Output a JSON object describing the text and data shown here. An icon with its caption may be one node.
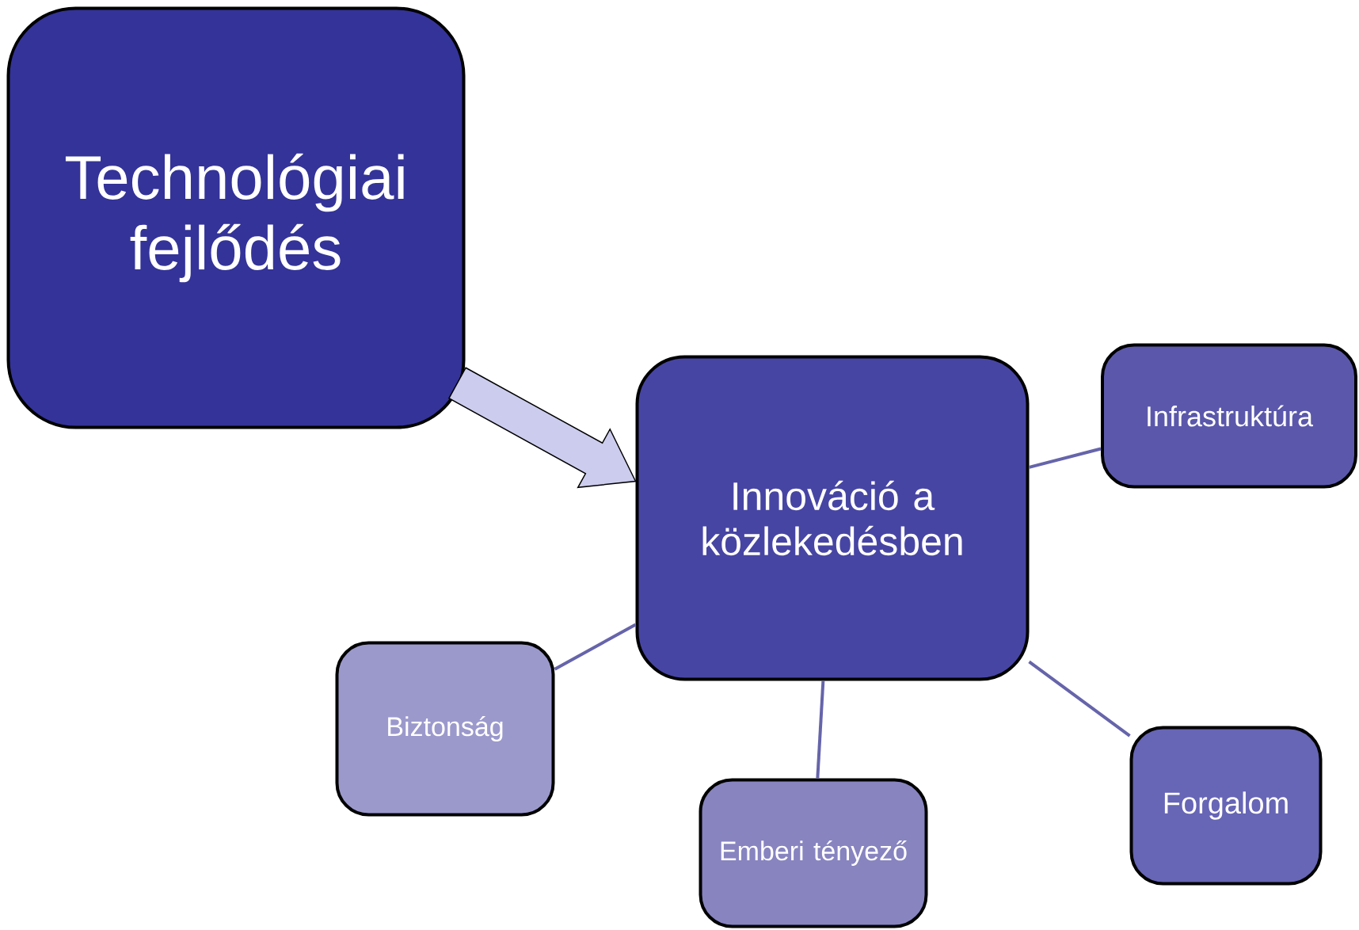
{
  "diagram": {
    "nodes": [
      {
        "text": [
          "Technológiai fejlődés"
        ]
      },
      {
        "text": [
          "Innováció a közlekedésben"
        ]
      },
      {
        "text": [
          "Infrastruktúra"
        ]
      },
      {
        "text": [
          "Biztonság"
        ]
      },
      {
        "text": [
          "Emberi tényező"
        ]
      },
      {
        "text": [
          "Forgalom"
        ]
      }
    ],
    "edges": [
      {
        "from": 0,
        "to": 1,
        "arrow": "to",
        "style": "thick",
        "color": "#ccccee"
      },
      {
        "from": 1,
        "to": 2,
        "arrow": "none"
      },
      {
        "from": 1,
        "to": 3,
        "arrow": "none"
      },
      {
        "from": 1,
        "to": 4,
        "arrow": "none"
      },
      {
        "from": 1,
        "to": 5,
        "arrow": "none"
      }
    ]
  }
}
